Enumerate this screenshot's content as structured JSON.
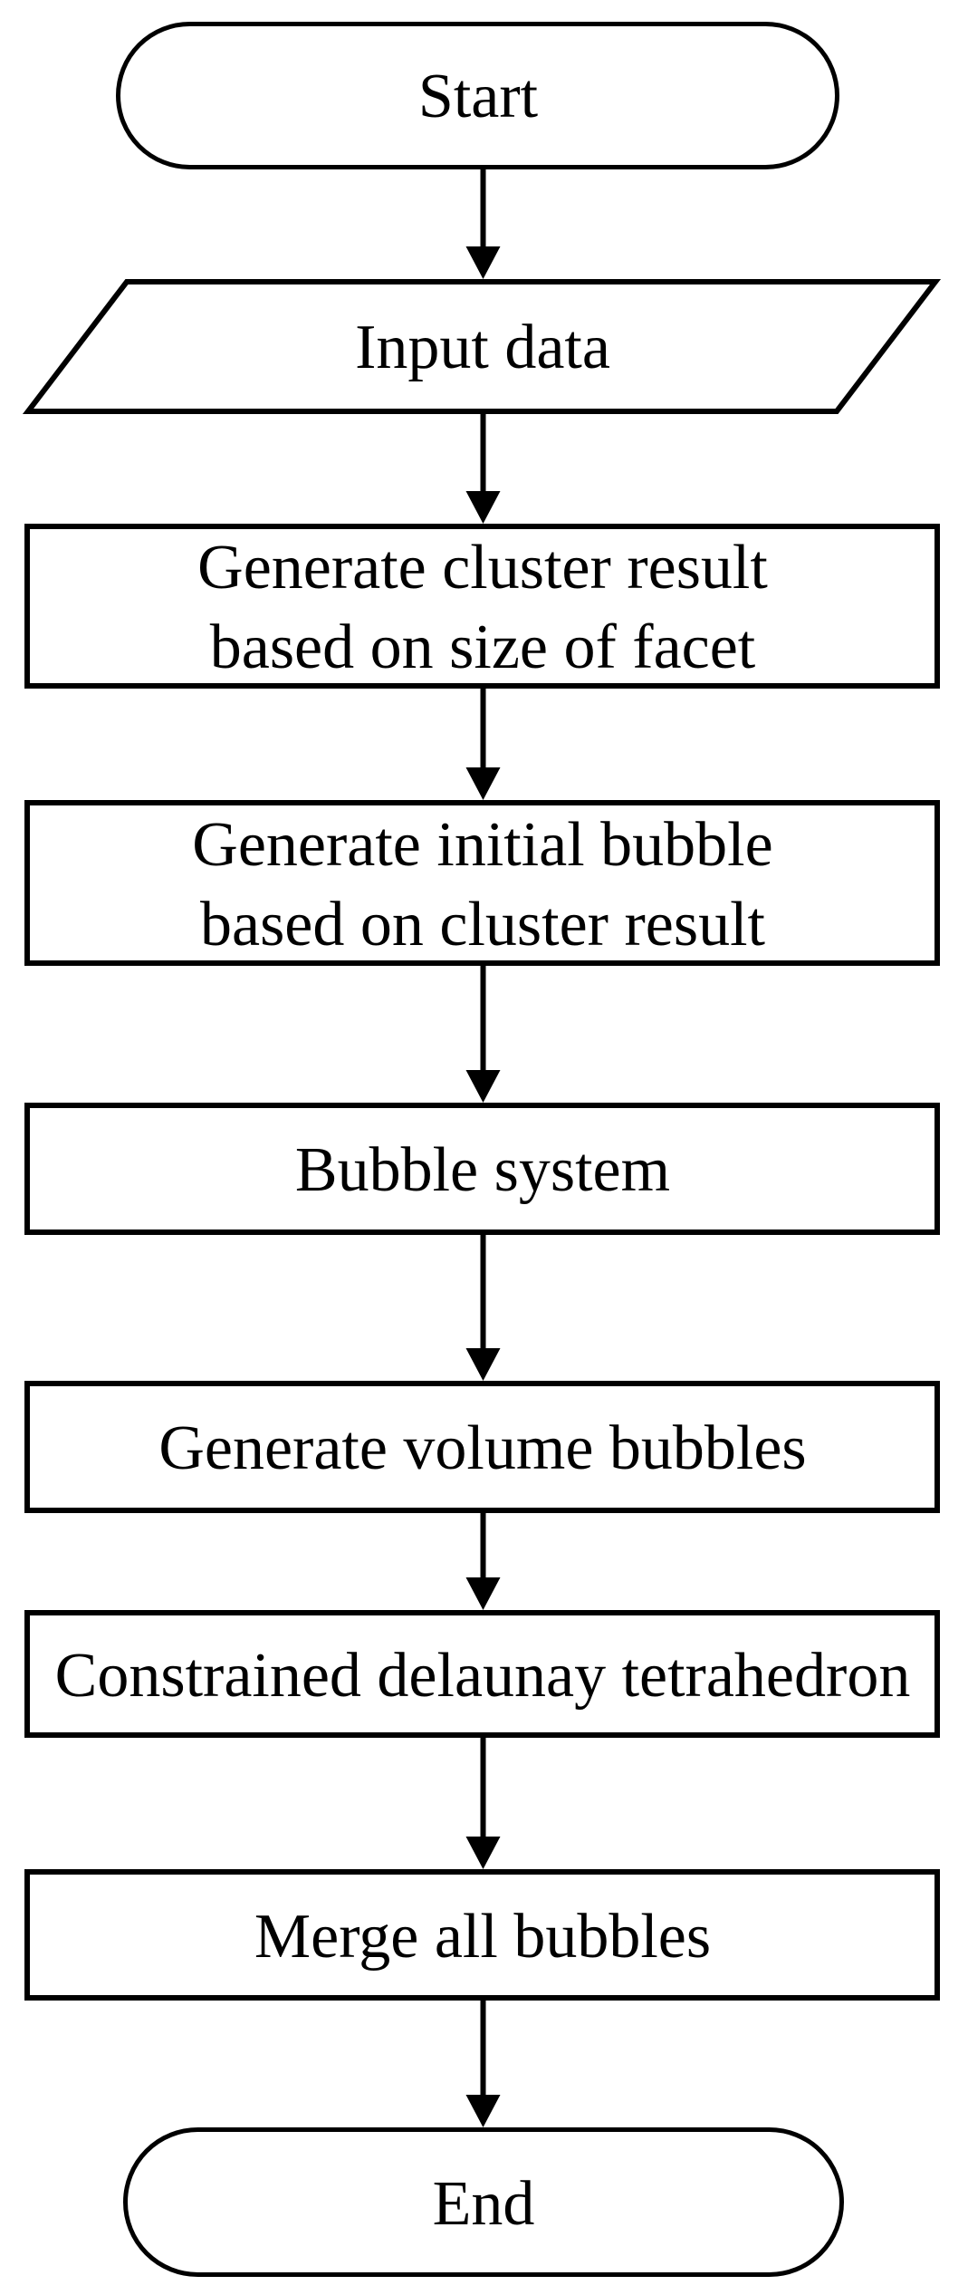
{
  "diagram": {
    "type": "flowchart",
    "orientation": "top-to-bottom",
    "colors": {
      "background": "#ffffff",
      "shape_fill": "#ffffff",
      "stroke": "#000000",
      "text": "#000000"
    },
    "nodes": [
      {
        "id": "start",
        "shape": "terminator",
        "label": "Start"
      },
      {
        "id": "input-data",
        "shape": "parallelogram",
        "label": "Input data"
      },
      {
        "id": "generate-cluster-result",
        "shape": "process",
        "label": "Generate cluster result based on size of facet",
        "lines": [
          "Generate cluster result",
          "based on size of facet"
        ]
      },
      {
        "id": "generate-initial-bubble",
        "shape": "process",
        "label": "Generate initial bubble based on cluster result",
        "lines": [
          "Generate initial bubble",
          "based on cluster result"
        ]
      },
      {
        "id": "bubble-system",
        "shape": "process",
        "label": "Bubble system"
      },
      {
        "id": "generate-volume-bubbles",
        "shape": "process",
        "label": "Generate volume bubbles"
      },
      {
        "id": "constrained-delaunay-tetrahedron",
        "shape": "process",
        "label": "Constrained delaunay tetrahedron"
      },
      {
        "id": "merge-all-bubbles",
        "shape": "process",
        "label": "Merge all bubbles"
      },
      {
        "id": "end",
        "shape": "terminator",
        "label": "End"
      }
    ],
    "edges": [
      {
        "from": "start",
        "to": "input-data"
      },
      {
        "from": "input-data",
        "to": "generate-cluster-result"
      },
      {
        "from": "generate-cluster-result",
        "to": "generate-initial-bubble"
      },
      {
        "from": "generate-initial-bubble",
        "to": "bubble-system"
      },
      {
        "from": "bubble-system",
        "to": "generate-volume-bubbles"
      },
      {
        "from": "generate-volume-bubbles",
        "to": "constrained-delaunay-tetrahedron"
      },
      {
        "from": "constrained-delaunay-tetrahedron",
        "to": "merge-all-bubbles"
      },
      {
        "from": "merge-all-bubbles",
        "to": "end"
      }
    ]
  }
}
